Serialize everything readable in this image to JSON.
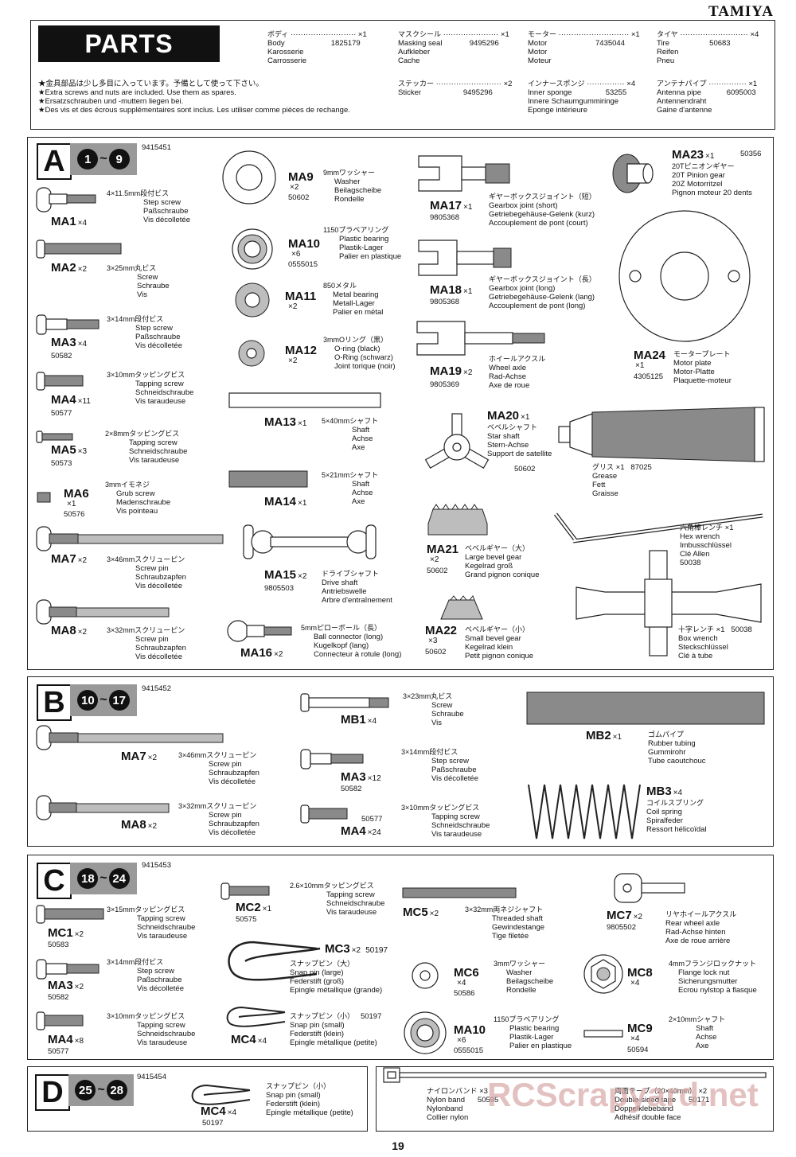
{
  "brand": "TAMIYA",
  "page_number": "19",
  "watermark": "RCScrapyard.net",
  "header": {
    "title": "PARTS",
    "items": [
      {
        "jp": "ボディ",
        "qty": "×1",
        "en": "Body",
        "de": "Karosserie",
        "fr": "Carrosserie",
        "code": "1825179"
      },
      {
        "jp": "マスクシール",
        "qty": "×1",
        "en": "Masking seal",
        "de": "Aufkleber",
        "fr": "Cache",
        "code": "9495296"
      },
      {
        "jp": "モーター",
        "qty": "×1",
        "en": "Motor",
        "de": "Motor",
        "fr": "Moteur",
        "code": "7435044"
      },
      {
        "jp": "タイヤ",
        "qty": "×4",
        "en": "Tire",
        "de": "Reifen",
        "fr": "Pneu",
        "code": "50683"
      },
      {
        "jp": "ステッカー",
        "qty": "×2",
        "en": "Sticker",
        "de": "",
        "fr": "",
        "code": "9495296"
      },
      {
        "jp": "インナースポンジ",
        "qty": "×4",
        "en": "Inner sponge",
        "de": "Innere Schaumgummiringe",
        "fr": "Eponge intérieure",
        "code": "53255"
      },
      {
        "jp": "アンテナパイプ",
        "qty": "×1",
        "en": "Antenna pipe",
        "de": "Antennendraht",
        "fr": "Gaine d'antenne",
        "code": "6095003"
      }
    ],
    "notes": [
      "★金具部品は少し多目に入っています。予備として使って下さい。",
      "★Extra screws and nuts are included. Use them as spares.",
      "★Ersatzschrauben und -muttern liegen bei.",
      "★Des vis et des écrous supplémentaires sont inclus. Les utiliser comme pièces de rechange."
    ]
  },
  "bagA": {
    "letter": "A",
    "step_from": "1",
    "step_to": "9",
    "sep": "~",
    "bag_code": "9415451",
    "parts": {
      "MA1": {
        "label": "MA1",
        "qty": "×4",
        "jp": "4×11.5mm段付ビス",
        "en": "Step screw",
        "de": "Paßschraube",
        "fr": "Vis décolletée"
      },
      "MA2": {
        "label": "MA2",
        "qty": "×2",
        "jp": "3×25mm丸ビス",
        "en": "Screw",
        "de": "Schraube",
        "fr": "Vis"
      },
      "MA3": {
        "label": "MA3",
        "qty": "×4",
        "code": "50582",
        "jp": "3×14mm段付ビス",
        "en": "Step screw",
        "de": "Paßschraube",
        "fr": "Vis décolletée"
      },
      "MA4": {
        "label": "MA4",
        "qty": "×11",
        "code": "50577",
        "jp": "3×10mmタッピングビス",
        "en": "Tapping screw",
        "de": "Schneidschraube",
        "fr": "Vis taraudeuse"
      },
      "MA5": {
        "label": "MA5",
        "qty": "×3",
        "code": "50573",
        "jp": "2×8mmタッピングビス",
        "en": "Tapping screw",
        "de": "Schneidschraube",
        "fr": "Vis taraudeuse"
      },
      "MA6": {
        "label": "MA6",
        "qty": "×1",
        "code": "50576",
        "jp": "3mmイモネジ",
        "en": "Grub screw",
        "de": "Madenschraube",
        "fr": "Vis pointeau"
      },
      "MA7": {
        "label": "MA7",
        "qty": "×2",
        "jp": "3×46mmスクリューピン",
        "en": "Screw pin",
        "de": "Schraubzapfen",
        "fr": "Vis décolletée"
      },
      "MA8": {
        "label": "MA8",
        "qty": "×2",
        "jp": "3×32mmスクリューピン",
        "en": "Screw pin",
        "de": "Schraubzapfen",
        "fr": "Vis décolletée"
      },
      "MA9": {
        "label": "MA9",
        "qty": "×2",
        "code": "50602",
        "jp": "9mmワッシャー",
        "en": "Washer",
        "de": "Beilagscheibe",
        "fr": "Rondelle"
      },
      "MA10": {
        "label": "MA10",
        "qty": "×6",
        "code": "0555015",
        "jp": "1150プラベアリング",
        "en": "Plastic bearing",
        "de": "Plastik-Lager",
        "fr": "Palier en plastique"
      },
      "MA11": {
        "label": "MA11",
        "qty": "×2",
        "jp": "850メタル",
        "en": "Metal bearing",
        "de": "Metall-Lager",
        "fr": "Palier en métal"
      },
      "MA12": {
        "label": "MA12",
        "qty": "×2",
        "jp": "3mmOリング（黒）",
        "en": "O-ring (black)",
        "de": "O-Ring (schwarz)",
        "fr": "Joint torique (noir)"
      },
      "MA13": {
        "label": "MA13",
        "qty": "×1",
        "jp": "5×40mmシャフト",
        "en": "Shaft",
        "de": "Achse",
        "fr": "Axe"
      },
      "MA14": {
        "label": "MA14",
        "qty": "×1",
        "jp": "5×21mmシャフト",
        "en": "Shaft",
        "de": "Achse",
        "fr": "Axe"
      },
      "MA15": {
        "label": "MA15",
        "qty": "×2",
        "code": "9805503",
        "jp": "ドライブシャフト",
        "en": "Drive shaft",
        "de": "Antriebswelle",
        "fr": "Arbre d'entraînement"
      },
      "MA16": {
        "label": "MA16",
        "qty": "×2",
        "jp": "5mmピローボール（長）",
        "en": "Ball connector (long)",
        "de": "Kugelkopf (lang)",
        "fr": "Connecteur à rotule (long)"
      },
      "MA17": {
        "label": "MA17",
        "qty": "×1",
        "code": "9805368",
        "jp": "ギヤーボックスジョイント（短）",
        "en": "Gearbox joint (short)",
        "de": "Getriebegehäuse-Gelenk (kurz)",
        "fr": "Accouplement de pont (court)"
      },
      "MA18": {
        "label": "MA18",
        "qty": "×1",
        "code": "9805368",
        "jp": "ギヤーボックスジョイント（長）",
        "en": "Gearbox joint (long)",
        "de": "Getriebegehäuse-Gelenk (lang)",
        "fr": "Accouplement de pont (long)"
      },
      "MA19": {
        "label": "MA19",
        "qty": "×2",
        "code": "9805369",
        "jp": "ホイールアクスル",
        "en": "Wheel axle",
        "de": "Rad-Achse",
        "fr": "Axe de roue"
      },
      "MA20": {
        "label": "MA20",
        "qty": "×1",
        "code": "50602",
        "jp": "ベベルシャフト",
        "en": "Star shaft",
        "de": "Stern-Achse",
        "fr": "Support de satellite"
      },
      "MA21": {
        "label": "MA21",
        "qty": "×2",
        "code": "50602",
        "jp": "ベベルギヤー（大）",
        "en": "Large bevel gear",
        "de": "Kegelrad groß",
        "fr": "Grand pignon conique"
      },
      "MA22": {
        "label": "MA22",
        "qty": "×3",
        "code": "50602",
        "jp": "ベベルギヤー（小）",
        "en": "Small bevel gear",
        "de": "Kegelrad klein",
        "fr": "Petit pignon conique"
      },
      "MA23": {
        "label": "MA23",
        "qty": "×1",
        "code": "50356",
        "jp": "20Tピニオンギヤー",
        "en": "20T Pinion gear",
        "de": "20Z Motorritzel",
        "fr": "Pignon moteur 20 dents"
      },
      "MA24": {
        "label": "MA24",
        "qty": "×1",
        "code": "4305125",
        "jp": "モータープレート",
        "en": "Motor plate",
        "de": "Motor-Platte",
        "fr": "Plaquette-moteur"
      },
      "grease": {
        "jp": "グリス",
        "qty": "×1",
        "code": "87025",
        "en": "Grease",
        "de": "Fett",
        "fr": "Graisse"
      },
      "hex": {
        "jp": "六角棒レンチ",
        "qty": "×1",
        "code": "50038",
        "en": "Hex wrench",
        "de": "Imbusschlüssel",
        "fr": "Clé Allen"
      },
      "box": {
        "jp": "十字レンチ",
        "qty": "×1",
        "code": "50038",
        "en": "Box wrench",
        "de": "Steckschlüssel",
        "fr": "Clé à tube"
      }
    }
  },
  "bagB": {
    "letter": "B",
    "step_from": "10",
    "step_to": "17",
    "sep": "~",
    "bag_code": "9415452",
    "parts": {
      "MA7": {
        "label": "MA7",
        "qty": "×2",
        "jp": "3×46mmスクリューピン",
        "en": "Screw pin",
        "de": "Schraubzapfen",
        "fr": "Vis décolletée"
      },
      "MA8": {
        "label": "MA8",
        "qty": "×2",
        "jp": "3×32mmスクリューピン",
        "en": "Screw pin",
        "de": "Schraubzapfen",
        "fr": "Vis décolletée"
      },
      "MB1": {
        "label": "MB1",
        "qty": "×4",
        "jp": "3×23mm丸ビス",
        "en": "Screw",
        "de": "Schraube",
        "fr": "Vis"
      },
      "MA3": {
        "label": "MA3",
        "qty": "×12",
        "code": "50582",
        "jp": "3×14mm段付ビス",
        "en": "Step screw",
        "de": "Paßschraube",
        "fr": "Vis décolletée"
      },
      "MA4": {
        "label": "MA4",
        "qty": "×24",
        "code": "50577",
        "jp": "3×10mmタッピングビス",
        "en": "Tapping screw",
        "de": "Schneidschraube",
        "fr": "Vis taraudeuse"
      },
      "MB2": {
        "label": "MB2",
        "qty": "×1",
        "jp": "ゴムパイプ",
        "en": "Rubber tubing",
        "de": "Gummirohr",
        "fr": "Tube caoutchouc"
      },
      "MB3": {
        "label": "MB3",
        "qty": "×4",
        "jp": "コイルスプリング",
        "en": "Coil spring",
        "de": "Spiralfeder",
        "fr": "Ressort hélicoïdal"
      }
    }
  },
  "bagC": {
    "letter": "C",
    "step_from": "18",
    "step_to": "24",
    "sep": "~",
    "bag_code": "9415453",
    "parts": {
      "MC1": {
        "label": "MC1",
        "qty": "×2",
        "code": "50583",
        "jp": "3×15mmタッピングビス",
        "en": "Tapping screw",
        "de": "Schneidschraube",
        "fr": "Vis taraudeuse"
      },
      "MA3": {
        "label": "MA3",
        "qty": "×2",
        "code": "50582",
        "jp": "3×14mm段付ビス",
        "en": "Step screw",
        "de": "Paßschraube",
        "fr": "Vis décolletée"
      },
      "MA4": {
        "label": "MA4",
        "qty": "×8",
        "code": "50577",
        "jp": "3×10mmタッピングビス",
        "en": "Tapping screw",
        "de": "Schneidschraube",
        "fr": "Vis taraudeuse"
      },
      "MC2": {
        "label": "MC2",
        "qty": "×1",
        "code": "50575",
        "jp": "2.6×10mmタッピングビス",
        "en": "Tapping screw",
        "de": "Schneidschraube",
        "fr": "Vis taraudeuse"
      },
      "MC3": {
        "label": "MC3",
        "qty": "×2",
        "code": "50197",
        "jp": "スナップピン（大）",
        "en": "Snap pin (large)",
        "de": "Federstift (groß)",
        "fr": "Epingle métallique (grande)"
      },
      "MC4": {
        "label": "MC4",
        "qty": "×4",
        "code": "50197",
        "jp": "スナップピン（小）",
        "en": "Snap pin (small)",
        "de": "Federstift (klein)",
        "fr": "Epingle métallique (petite)"
      },
      "MC5": {
        "label": "MC5",
        "qty": "×2",
        "jp": "3×32mm両ネジシャフト",
        "en": "Threaded shaft",
        "de": "Gewindestange",
        "fr": "Tige filetée"
      },
      "MC6": {
        "label": "MC6",
        "qty": "×4",
        "code": "50586",
        "jp": "3mmワッシャー",
        "en": "Washer",
        "de": "Beilagscheibe",
        "fr": "Rondelle"
      },
      "MA10": {
        "label": "MA10",
        "qty": "×6",
        "code": "0555015",
        "jp": "1150プラベアリング",
        "en": "Plastic bearing",
        "de": "Plastik-Lager",
        "fr": "Palier en plastique"
      },
      "MC7": {
        "label": "MC7",
        "qty": "×2",
        "code": "9805502",
        "jp": "リヤホイールアクスル",
        "en": "Rear wheel axle",
        "de": "Rad-Achse hinten",
        "fr": "Axe de roue arrière"
      },
      "MC8": {
        "label": "MC8",
        "qty": "×4",
        "jp": "4mmフランジロックナット",
        "en": "Flange lock nut",
        "de": "Sicherungsmutter",
        "fr": "Ecrou nylstop à flasque"
      },
      "MC9": {
        "label": "MC9",
        "qty": "×4",
        "code": "50594",
        "jp": "2×10mmシャフト",
        "en": "Shaft",
        "de": "Achse",
        "fr": "Axe"
      }
    }
  },
  "bagD": {
    "letter": "D",
    "step_from": "25",
    "step_to": "28",
    "sep": "~",
    "bag_code": "9415454",
    "parts": {
      "MC4": {
        "label": "MC4",
        "qty": "×4",
        "code": "50197",
        "jp": "スナップピン（小）",
        "en": "Snap pin (small)",
        "de": "Federstift (klein)",
        "fr": "Epingle métallique (petite)"
      }
    }
  },
  "extras": {
    "nylon": {
      "jp": "ナイロンバンド",
      "qty": "×3",
      "code": "50595",
      "en": "Nylon band",
      "de": "Nylonband",
      "fr": "Collier nylon"
    },
    "tape": {
      "jp": "両面テープ（20×40mm）",
      "qty": "×2",
      "code": "50171",
      "en": "Double-sided tape",
      "de": "Doppelklebeband",
      "fr": "Adhésif double face"
    }
  }
}
